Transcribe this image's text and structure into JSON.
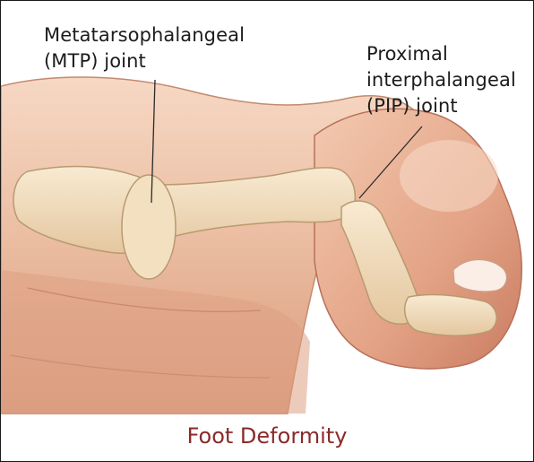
{
  "figure": {
    "caption": "Foot Deformity",
    "labels": {
      "mtp": "Metatarsophalangeal\n(MTP) joint",
      "pip": "Proximal\ninterphalangeal\n(PIP) joint"
    },
    "colors": {
      "skin": "#e9b79a",
      "skin_light": "#f6d6c1",
      "skin_dark": "#c9866a",
      "bone": "#f1dcb8",
      "bone_outline": "#b89a70",
      "caption": "#8a2a2a",
      "leader_line": "#2a2a2a"
    }
  }
}
